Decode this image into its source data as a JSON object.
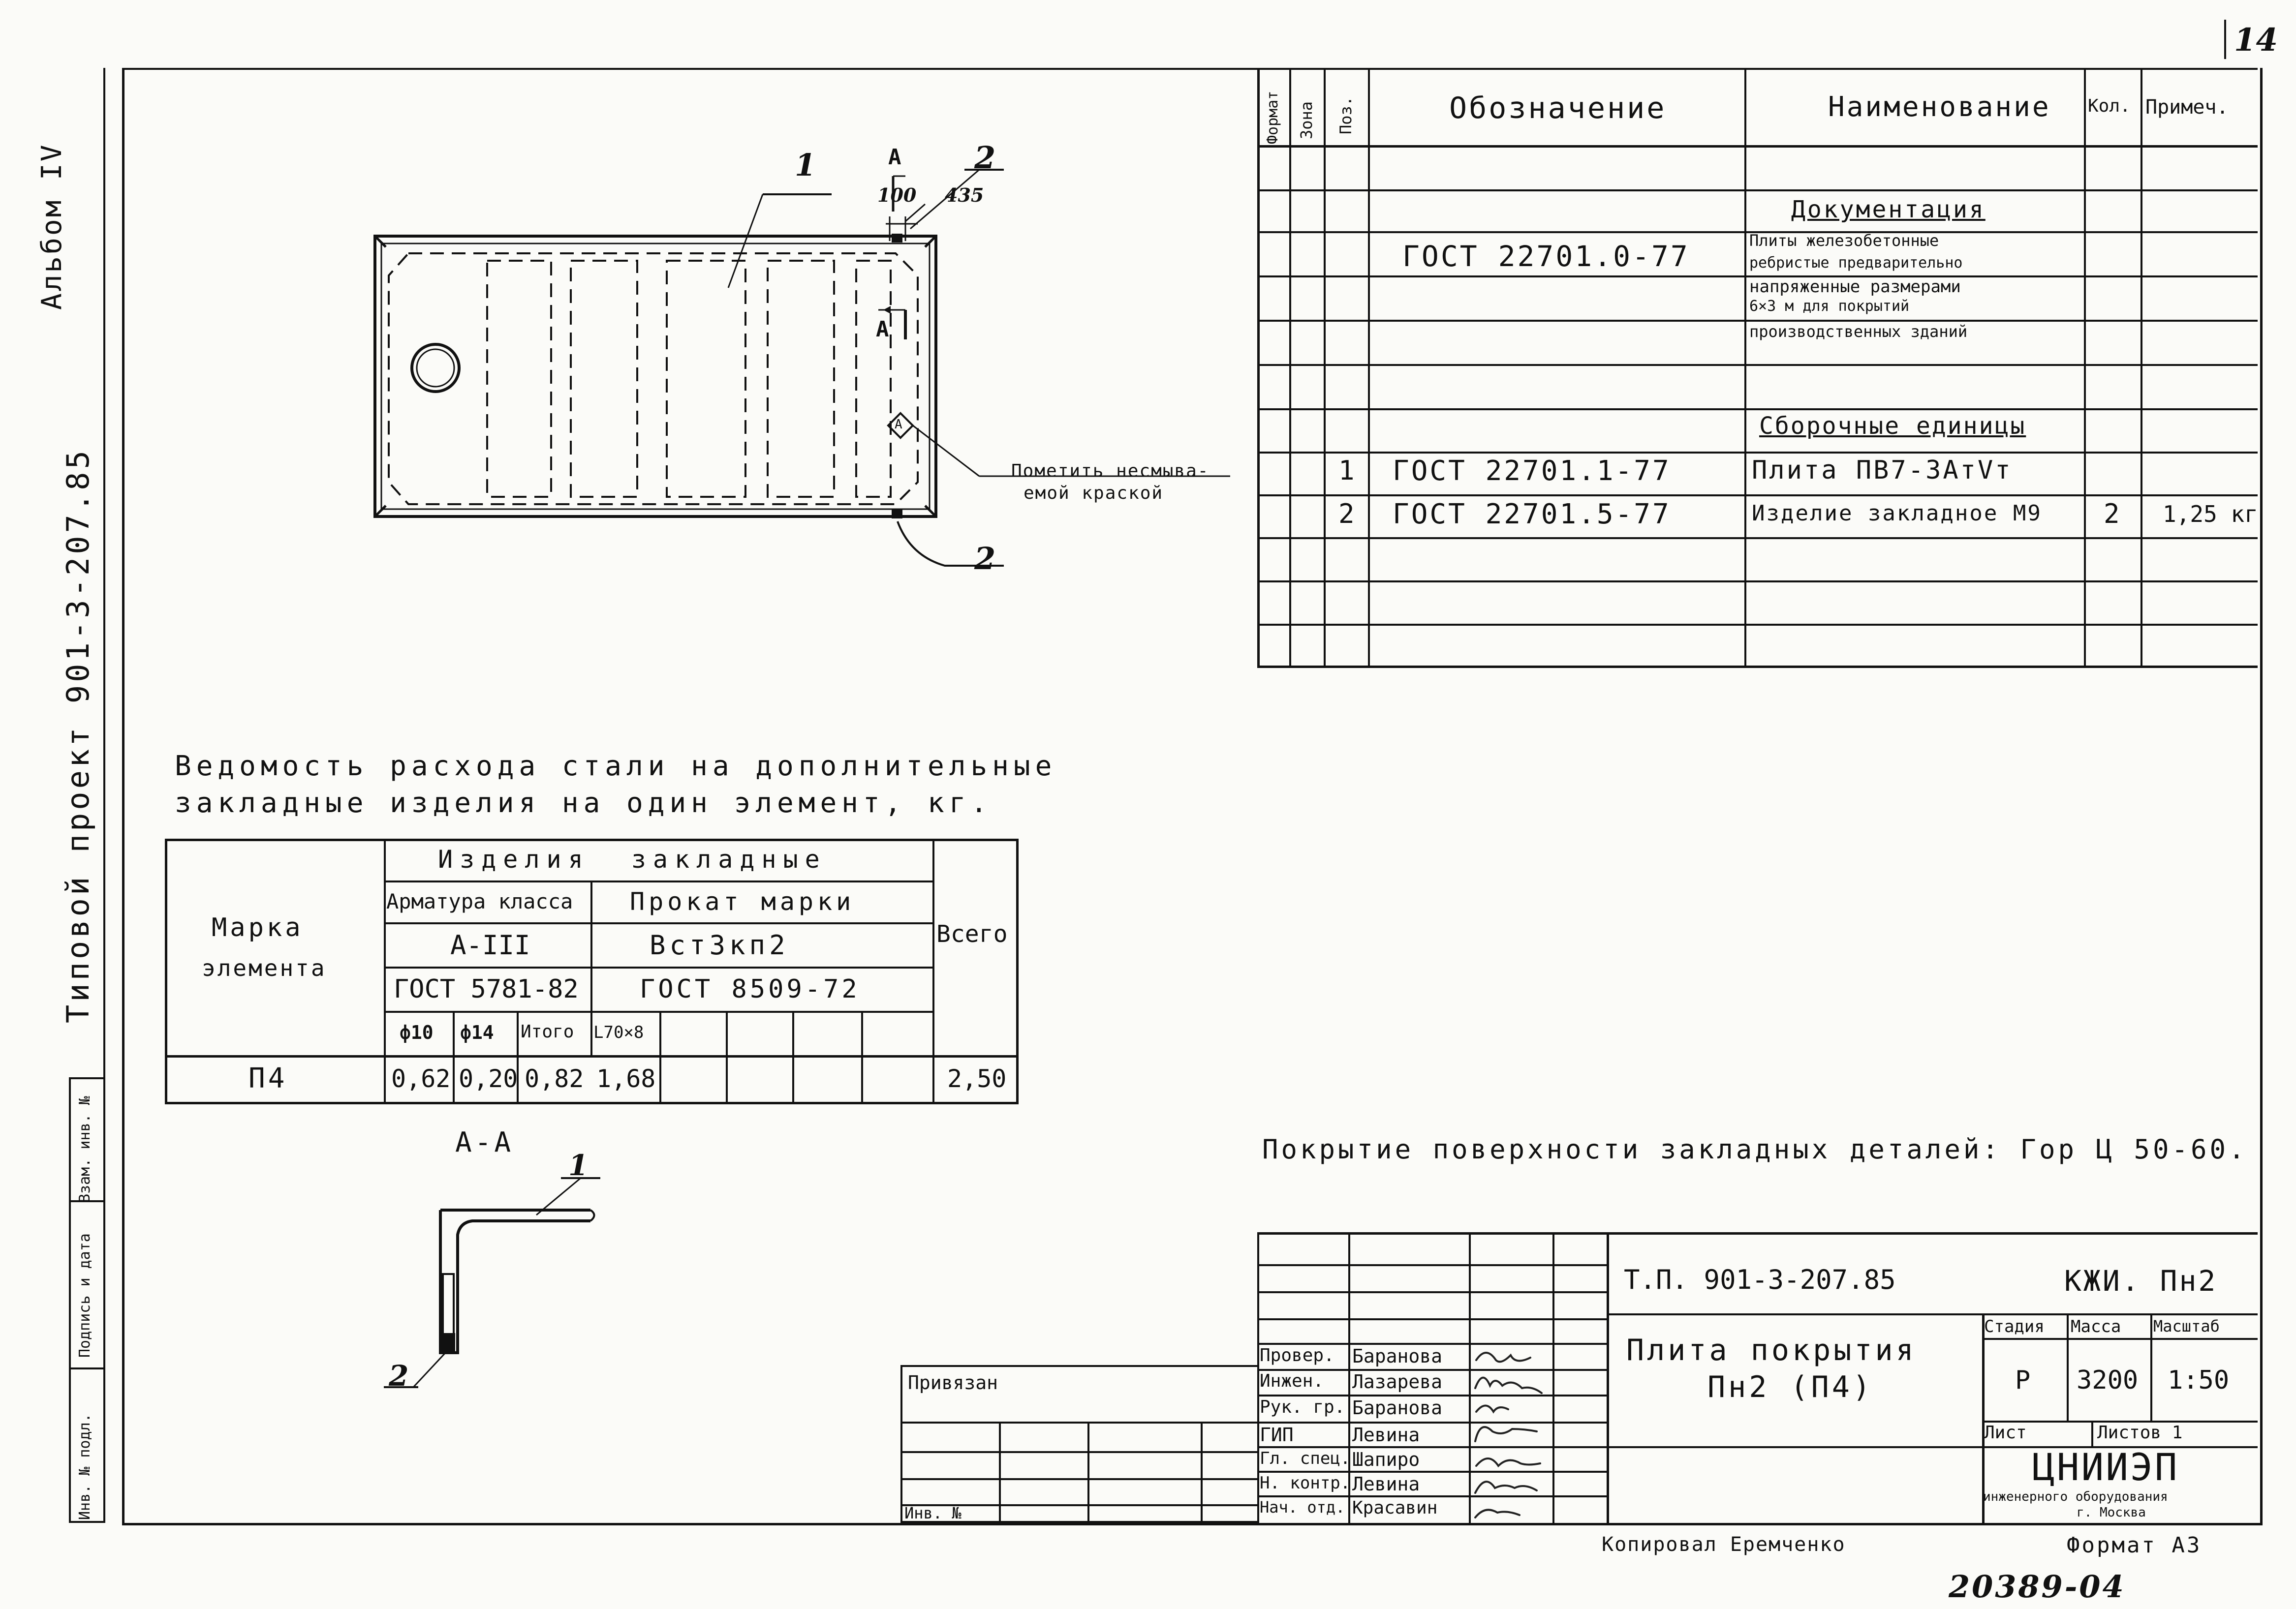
{
  "page_number": "14",
  "sidebar": {
    "album": "Альбом IV",
    "project": "Типовой проект 901-3-207.85",
    "stamp_labels": [
      "Инв. № подл.",
      "Подпись и дата",
      "Взам. инв. №"
    ]
  },
  "spec": {
    "headers": [
      "Формат",
      "Зона",
      "Поз.",
      "Обозначение",
      "Наименование",
      "Кол.",
      "Примеч."
    ],
    "section_docs": "Документация",
    "doc_code": "ГОСТ 22701.0-77",
    "doc_name": [
      "Плиты железобетонные",
      "ребристые предварительно",
      "напряженные размерами",
      "6×3 м для покрытий",
      "производственных зданий"
    ],
    "section_assembly": "Сборочные единицы",
    "rows": [
      {
        "pos": "1",
        "code": "ГОСТ 22701.1-77",
        "name": "Плита ПВ7-3АтVт",
        "qty": "",
        "note": ""
      },
      {
        "pos": "2",
        "code": "ГОСТ 22701.5-77",
        "name": "Изделие закладное М9",
        "qty": "2",
        "note": "1,25 кг"
      }
    ]
  },
  "drawing": {
    "label_1": "1",
    "label_2_top": "2",
    "label_2_bottom": "2",
    "section_letter": "А",
    "dim_100": "100",
    "dim_435": "435",
    "marker": "А",
    "note": [
      "Пометить несмыва-",
      "емой краской"
    ]
  },
  "steel_table": {
    "title": [
      "Ведомость расхода стали на дополнительные",
      "закладные изделия на один элемент, кг."
    ],
    "mark_header": [
      "Марка",
      "элемента"
    ],
    "group_header": "Изделия закладные",
    "armature": "Арматура класса",
    "armature_class": "А-III",
    "armature_gost": "ГОСТ 5781-82",
    "rolled": "Прокат марки",
    "rolled_grade": "Вст3кп2",
    "rolled_gost": "ГОСТ 8509-72",
    "total_header": "Всего",
    "cols": [
      "ф10",
      "ф14",
      "Итого",
      "L70×8"
    ],
    "row": {
      "mark": "П4",
      "v1": "0,62",
      "v2": "0,20",
      "v3": "0,82",
      "v4": "1,68",
      "total": "2,50"
    }
  },
  "section": {
    "title": "А-А",
    "label_1": "1",
    "label_2": "2"
  },
  "coating_note": "Покрытие поверхности закладных деталей: Гор Ц 50-60.",
  "title_block": {
    "code": "Т.П. 901-3-207.85",
    "sheet_code": "КЖИ. Пн2",
    "title": [
      "Плита покрытия",
      "Пн2 (П4)"
    ],
    "stage_header": "Стадия",
    "mass_header": "Масса",
    "scale_header": "Масштаб",
    "stage": "Р",
    "mass": "3200",
    "scale": "1:50",
    "sheet_label": "Лист",
    "sheets_label": "Листов 1",
    "org": "ЦНИИЭП",
    "org_sub": [
      "инженерного оборудования",
      "г. Москва"
    ],
    "bound": "Привязан",
    "inv": "Инв. №",
    "staff": [
      {
        "role": "Провер.",
        "name": "Баранова"
      },
      {
        "role": "Инжен.",
        "name": "Лазарева"
      },
      {
        "role": "Рук. гр.",
        "name": "Баранова"
      },
      {
        "role": "ГИП",
        "name": "Левина"
      },
      {
        "role": "Гл. спец.",
        "name": "Шапиро"
      },
      {
        "role": "Н. контр.",
        "name": "Левина"
      },
      {
        "role": "Нач. отд.",
        "name": "Красавин"
      }
    ],
    "copied": "Копировал Еремченко",
    "format": "Формат А3",
    "archive": "20389-04"
  }
}
